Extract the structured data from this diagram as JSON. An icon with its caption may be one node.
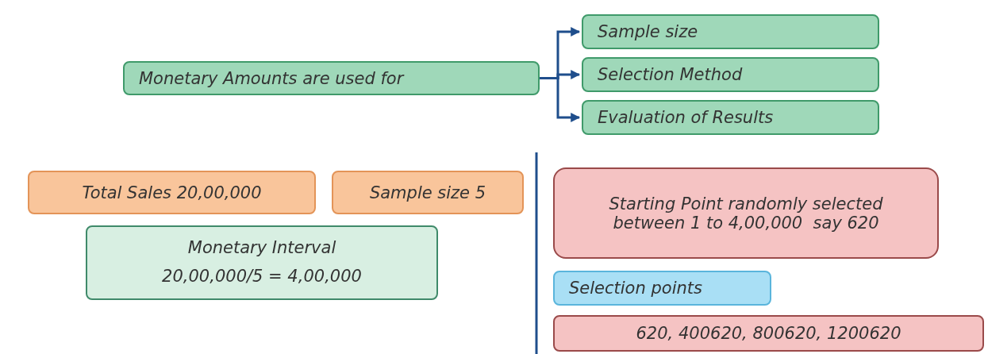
{
  "diagram": {
    "nodes": [
      {
        "text": [
          "Monetary Amounts are used for"
        ]
      },
      {
        "text": [
          "Sample size"
        ]
      },
      {
        "text": [
          "Selection Method"
        ]
      },
      {
        "text": [
          "Evaluation of Results"
        ]
      },
      {
        "text": [
          "Total Sales 20,00,000"
        ]
      },
      {
        "text": [
          "Sample size 5"
        ]
      },
      {
        "text": [
          "Monetary Interval",
          "20,00,000/5 = 4,00,000"
        ]
      },
      {
        "text": [
          "Starting Point randomly selected between 1 to 4,00,000  say 620"
        ]
      },
      {
        "text": [
          "Selection points"
        ]
      },
      {
        "text": [
          "620, 400620, 800620, 1200620"
        ]
      }
    ],
    "edges": [
      {
        "from": 0,
        "to": 1,
        "arrow": "to"
      },
      {
        "from": 0,
        "to": 2,
        "arrow": "to"
      },
      {
        "from": 0,
        "to": 3,
        "arrow": "to"
      }
    ]
  }
}
